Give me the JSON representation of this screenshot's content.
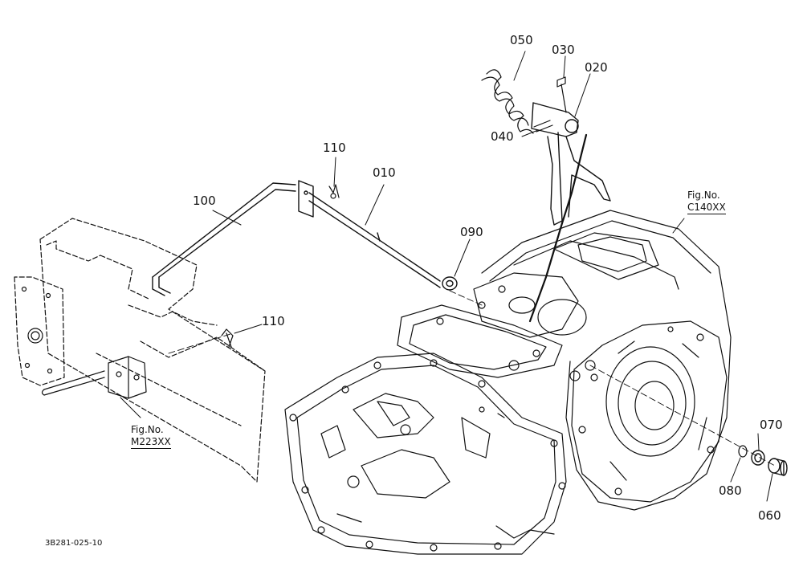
{
  "callouts": {
    "p050": "050",
    "p030": "030",
    "p020": "020",
    "p040": "040",
    "p110_top": "110",
    "p010": "010",
    "p100": "100",
    "p090": "090",
    "p110_mid": "110",
    "p070": "070",
    "p080": "080",
    "p060": "060"
  },
  "fig_refs": {
    "c140": {
      "label": "Fig.No.",
      "number": "C140XX"
    },
    "m223": {
      "label": "Fig.No.",
      "number": "M223XX"
    }
  },
  "drawing_code": "3B281-025-10"
}
